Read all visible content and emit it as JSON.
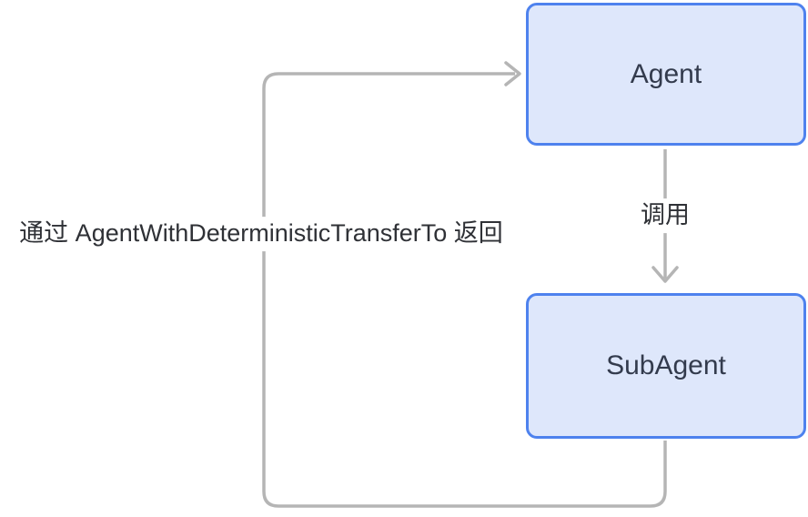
{
  "diagram": {
    "type": "flowchart",
    "nodes": [
      {
        "id": "agent",
        "label": "Agent"
      },
      {
        "id": "subagent",
        "label": "SubAgent"
      }
    ],
    "edges": [
      {
        "from": "agent",
        "to": "subagent",
        "label": "调用"
      },
      {
        "from": "subagent",
        "to": "agent",
        "label": "通过 AgentWithDeterministicTransferTo 返回"
      }
    ],
    "colors": {
      "background": "#ffffff",
      "node_fill": "#dee7fb",
      "node_border": "#4e82ee",
      "node_text": "#333b4d",
      "edge_line": "#b5b5b5",
      "edge_label_text": "#2f3136"
    }
  }
}
